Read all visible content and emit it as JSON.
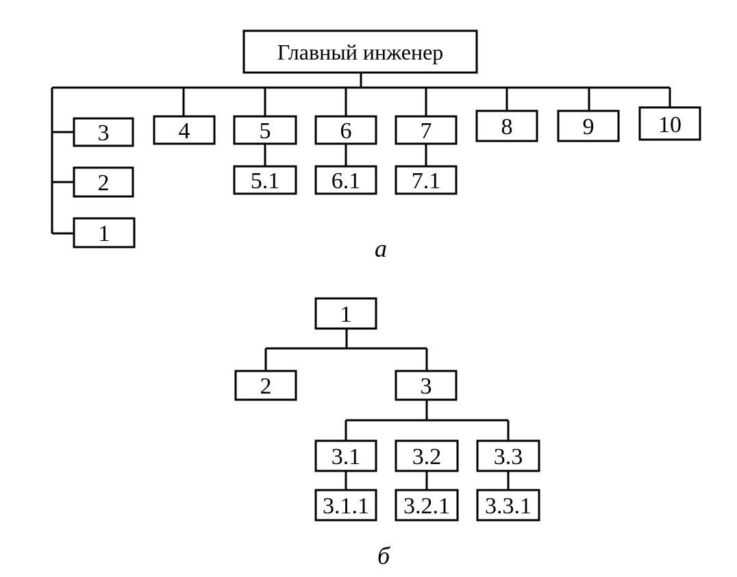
{
  "diagram_a": {
    "root": "Главный инженер",
    "nodes": {
      "n1": "1",
      "n2": "2",
      "n3": "3",
      "n4": "4",
      "n5": "5",
      "n5_1": "5.1",
      "n6": "6",
      "n6_1": "6.1",
      "n7": "7",
      "n7_1": "7.1",
      "n8": "8",
      "n9": "9",
      "n10": "10"
    },
    "caption": "а"
  },
  "diagram_b": {
    "nodes": {
      "n1": "1",
      "n2": "2",
      "n3": "3",
      "n3_1": "3.1",
      "n3_2": "3.2",
      "n3_3": "3.3",
      "n3_1_1": "3.1.1",
      "n3_2_1": "3.2.1",
      "n3_3_1": "3.3.1"
    },
    "caption": "б"
  }
}
